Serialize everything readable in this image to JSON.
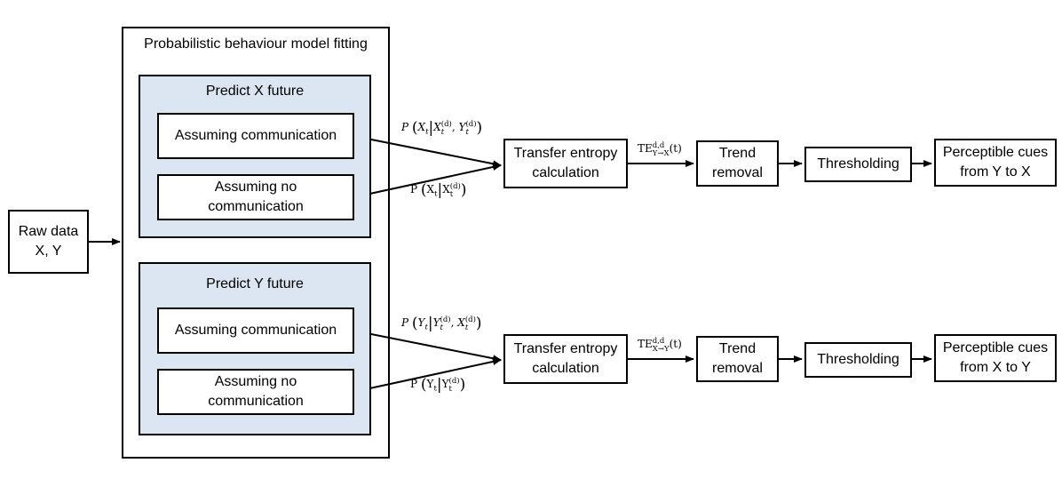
{
  "raw_data": {
    "line1": "Raw data",
    "line2": "X, Y"
  },
  "fitting": {
    "title": "Probabilistic behaviour model fitting",
    "x_group": {
      "title": "Predict X future",
      "with_comm": "Assuming communication",
      "no_comm_line1": "Assuming no",
      "no_comm_line2": "communication"
    },
    "y_group": {
      "title": "Predict Y future",
      "with_comm": "Assuming communication",
      "no_comm_line1": "Assuming no",
      "no_comm_line2": "communication"
    }
  },
  "top_row": {
    "formula_with": {
      "target": "X",
      "given1": "X",
      "given2": "Y",
      "lag": "(d)"
    },
    "formula_without": {
      "target": "X",
      "given1": "X",
      "lag": "(d)"
    },
    "te_line1": "Transfer entropy",
    "te_line2": "calculation",
    "te_label": {
      "base": "TE",
      "sup": "d,d",
      "sub": "Y→X",
      "arg": "(t)"
    },
    "trend_line1": "Trend",
    "trend_line2": "removal",
    "threshold": "Thresholding",
    "cues_line1": "Perceptible cues",
    "cues_line2": "from Y to X"
  },
  "bottom_row": {
    "formula_with": {
      "target": "Y",
      "given1": "Y",
      "given2": "X",
      "lag": "(d)"
    },
    "formula_without": {
      "target": "Y",
      "given1": "Y",
      "lag": "(d)"
    },
    "te_line1": "Transfer entropy",
    "te_line2": "calculation",
    "te_label": {
      "base": "TE",
      "sup": "d,d",
      "sub": "X→Y",
      "arg": "(t)"
    },
    "trend_line1": "Trend",
    "trend_line2": "removal",
    "threshold": "Thresholding",
    "cues_line1": "Perceptible cues",
    "cues_line2": "from X to Y"
  },
  "colors": {
    "shaded_fill": "#dce6f2",
    "line": "#000000"
  }
}
